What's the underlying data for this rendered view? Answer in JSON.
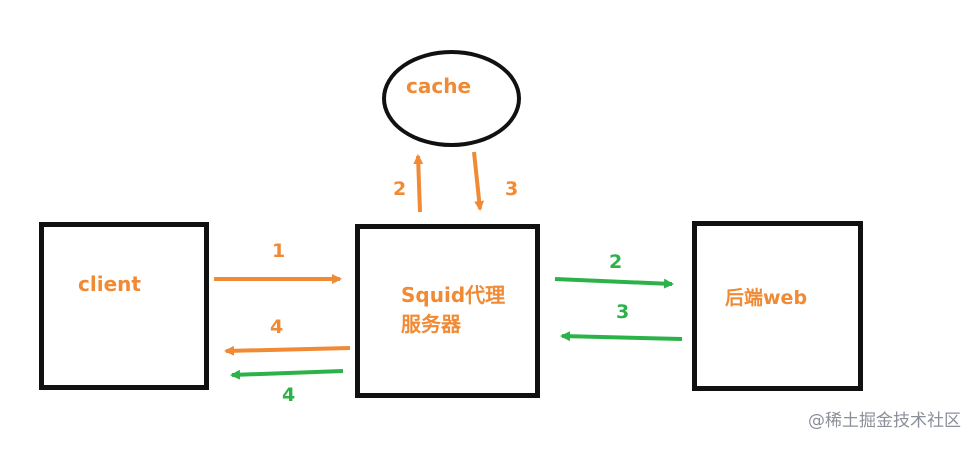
{
  "nodes": {
    "client": {
      "label": "client"
    },
    "proxy": {
      "label_line1": "Squid代理",
      "label_line2": "服务器"
    },
    "backend": {
      "label": "后端web"
    },
    "cache": {
      "label": "cache"
    }
  },
  "arrows": {
    "client_to_proxy": {
      "label": "1",
      "color": "#f08a34"
    },
    "proxy_to_cache": {
      "label": "2",
      "color": "#f08a34"
    },
    "cache_to_proxy": {
      "label": "3",
      "color": "#f08a34"
    },
    "proxy_to_backend": {
      "label": "2",
      "color": "#2db24a"
    },
    "backend_to_proxy": {
      "label": "3",
      "color": "#2db24a"
    },
    "proxy_to_client_cached": {
      "label": "4",
      "color": "#f08a34"
    },
    "proxy_to_client_fetched": {
      "label": "4",
      "color": "#2db24a"
    }
  },
  "colors": {
    "cache_path": "#f08a34",
    "backend_path": "#2db24a",
    "node_label": "#f08a34",
    "border": "#111111"
  },
  "watermark": "@稀土掘金技术社区"
}
